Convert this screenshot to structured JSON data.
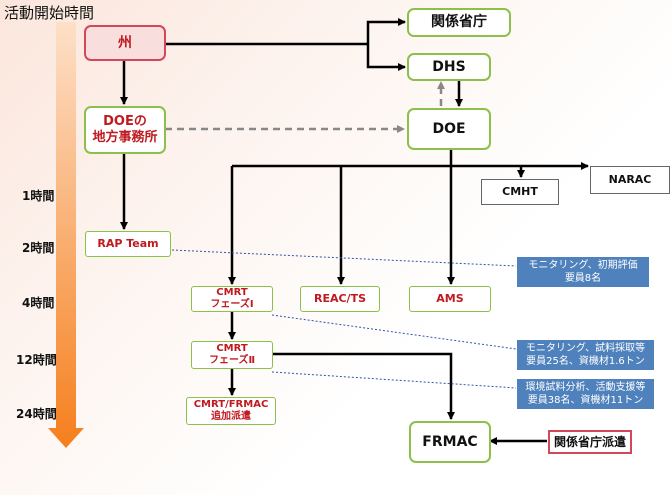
{
  "title": "活動開始時間",
  "timeline": [
    "1時間",
    "2時間",
    "4時間",
    "12時間",
    "24時間"
  ],
  "nodes": {
    "state": "州",
    "kankei_shocho": "関係省庁",
    "dhs": "DHS",
    "doe_regional": "DOEの\n地方事務所",
    "doe": "DOE",
    "cmht": "CMHT",
    "narac": "NARAC",
    "rap_team": "RAP Team",
    "cmrt1": "CMRT\nフェーズⅠ",
    "reac_ts": "REAC/TS",
    "ams": "AMS",
    "cmrt2": "CMRT\nフェーズⅡ",
    "cmrt_frmac": "CMRT/FRMAC\n追加派遣",
    "frmac": "FRMAC",
    "kankei_haken": "関係省庁派遣"
  },
  "notes": {
    "note1": "モニタリング、初期評価\n要員8名",
    "note2": "モニタリング、試料採取等\n要員25名、資機材1.6トン",
    "note3": "環境試料分析、活動支援等\n要員38名、資機材11トン"
  },
  "colors": {
    "green_border": "#8cc04b",
    "red_text": "#c0191e",
    "state_fill": "#f9dede",
    "note_fill": "#4f81bd",
    "arrow_orange": "#f79646"
  }
}
